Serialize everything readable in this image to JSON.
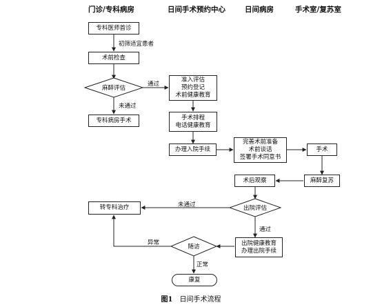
{
  "headers": {
    "col1": "门诊/专科病房",
    "col2": "日间手术预约中心",
    "col3": "日间病房",
    "col4": "手术室/复苏室"
  },
  "nodes": {
    "first_visit": "专科医师首诊",
    "preop_exam": "术前检查",
    "anesthesia_eval": "麻醉评估",
    "specialty_surgery": "专科病房手术",
    "admission_eval": "准入评估\n预约登记\n术前健康教育",
    "surgery_schedule": "手术排程\n电话健康教育",
    "admission_procedure": "办理入院手续",
    "preop_prep": "完善术前准备\n术前谈话\n签署手术同意书",
    "surgery": "手术",
    "anesthesia_recovery": "麻醉复苏",
    "postop_observation": "术后观察",
    "discharge_eval": "出院评估",
    "discharge_education": "出院健康教育\n办理出院手续",
    "follow_up": "随访",
    "transfer_specialty": "转专科治疗",
    "recovery": "康复"
  },
  "edge_labels": {
    "suitable_patient": "初筛适宜患者",
    "passed_1": "通过",
    "not_passed_1": "未通过",
    "not_passed_2": "未通过",
    "passed_2": "通过",
    "abnormal": "异常",
    "normal": "正常"
  },
  "caption": {
    "figure_no": "图1",
    "title": "日间手术流程"
  }
}
